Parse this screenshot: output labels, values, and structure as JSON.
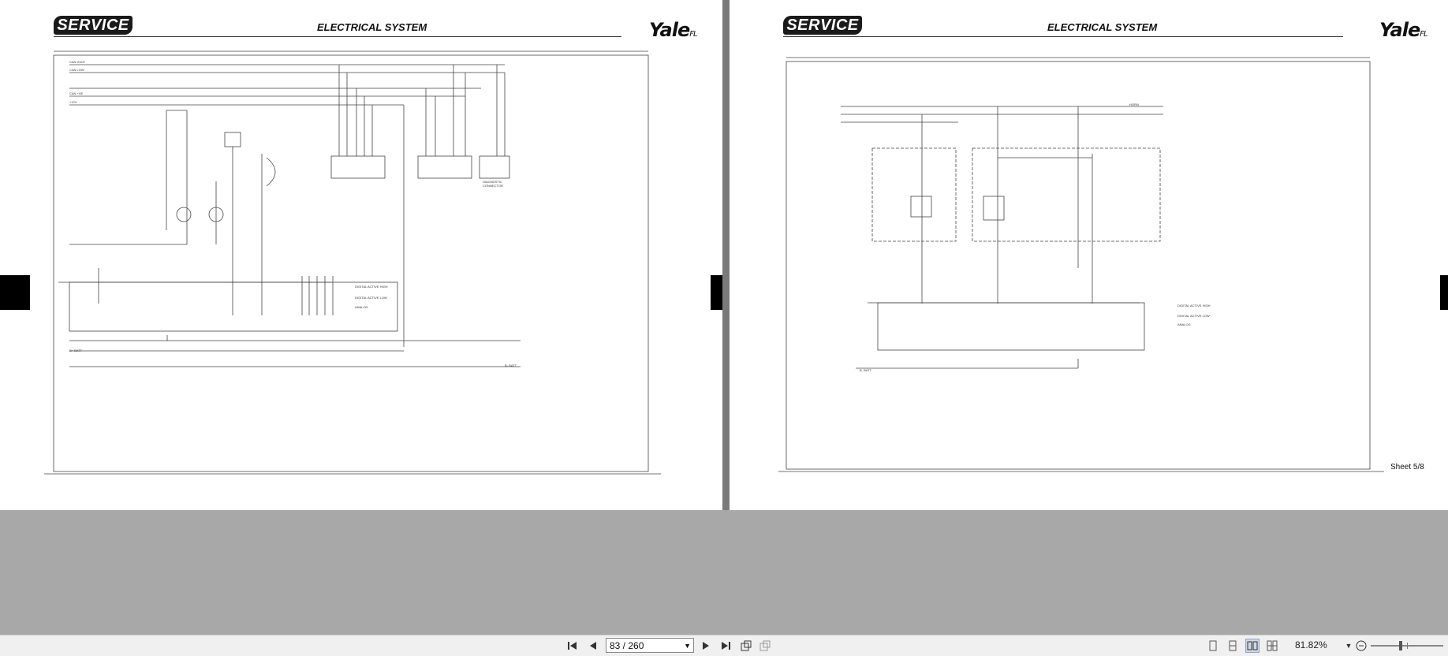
{
  "document": {
    "brand_badge": "SERVICE",
    "section_title": "ELECTRICAL SYSTEM",
    "brand_logo": "Yale",
    "left_page": {
      "sheet_label": ""
    },
    "right_page": {
      "sheet_label": "Sheet 5/8"
    }
  },
  "schematic_left": {
    "legend": [
      "DIGITAL ACTIVE HIGH",
      "DIGITAL ACTIVE LOW",
      "ANALOG"
    ],
    "connector_label": "DIAGNOSTIC CONNECTOR",
    "tags": [
      "CAN HIGH",
      "CAN LOW",
      "CAN +VE",
      "+12V",
      "B+ BATT",
      "B- BATT"
    ]
  },
  "schematic_right": {
    "legend": [
      "DIGITAL ACTIVE HIGH",
      "DIGITAL ACTIVE LOW",
      "ANALOG"
    ],
    "tags": [
      "HORN",
      "B- BATT"
    ]
  },
  "toolbar": {
    "page_value": "83 / 260",
    "zoom_value": "81.82%",
    "icons": {
      "first": "first-page-icon",
      "prev": "previous-page-icon",
      "next": "next-page-icon",
      "last": "last-page-icon",
      "zoom_out": "zoom-out-icon"
    }
  }
}
